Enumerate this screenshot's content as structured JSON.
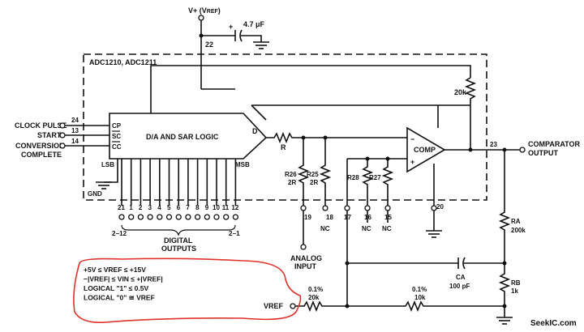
{
  "diagram": {
    "chip_label": "ADC1210, ADC1211",
    "supply": {
      "label": "V+ (V",
      "sub": "REF",
      "close": ")",
      "pin": "22",
      "cap_value": "4.7 μF",
      "cap_plus": "+"
    },
    "inputs": [
      {
        "label": "CLOCK PULSE",
        "pin": "24",
        "signal": "CP"
      },
      {
        "label": "START",
        "pin": "13",
        "signal": "SC"
      },
      {
        "label": "CONVERSION",
        "label2": "COMPLETE",
        "pin": "14",
        "signal": "CC"
      }
    ],
    "block_label": "D/A AND SAR LOGIC",
    "lsb": "LSB",
    "msb": "MSB",
    "gnd": "GND",
    "d_label": "D",
    "bit_pins": [
      "21",
      "1",
      "2",
      "3",
      "4",
      "5",
      "6",
      "7",
      "8",
      "9",
      "10",
      "11",
      "12"
    ],
    "bit_low": "2−12",
    "bit_high": "2−1",
    "outputs_label": "DIGITAL",
    "outputs_label2": "OUTPUTS",
    "r_label": "R",
    "r26": "R26",
    "r26_val": "2R",
    "r25": "R25",
    "r25_val": "2R",
    "r28": "R28",
    "r27": "R27",
    "pins": {
      "p19": "19",
      "p18": "18",
      "p17": "17",
      "p16": "16",
      "p15": "15",
      "p20": "20",
      "p23": "23"
    },
    "nc": "NC",
    "analog_input": "ANALOG",
    "analog_input2": "INPUT",
    "comp_label": "COMP",
    "comp_minus": "−",
    "comp_plus": "+",
    "feedback_res": "20k",
    "comparator_output": "COMPARATOR",
    "comparator_output2": "OUTPUT",
    "ra": "RA",
    "ra_val": "200k",
    "rb": "RB",
    "rb_val": "1k",
    "ca": "CA",
    "ca_val": "100 pF",
    "r_vref_tol": "0.1%",
    "r_vref_val": "20k",
    "r_fb_tol": "0.1%",
    "r_fb_val": "10k",
    "vref": "VREF",
    "conditions": [
      "+5V ≤ VREF ≤ +15V",
      "−|VREF| ≤ VIN ≤ +|VREF|",
      "LOGICAL \"1\" ≤ 0.5V",
      "LOGICAL \"0\" ≅ VREF"
    ],
    "watermark": "SeekIC.com"
  }
}
